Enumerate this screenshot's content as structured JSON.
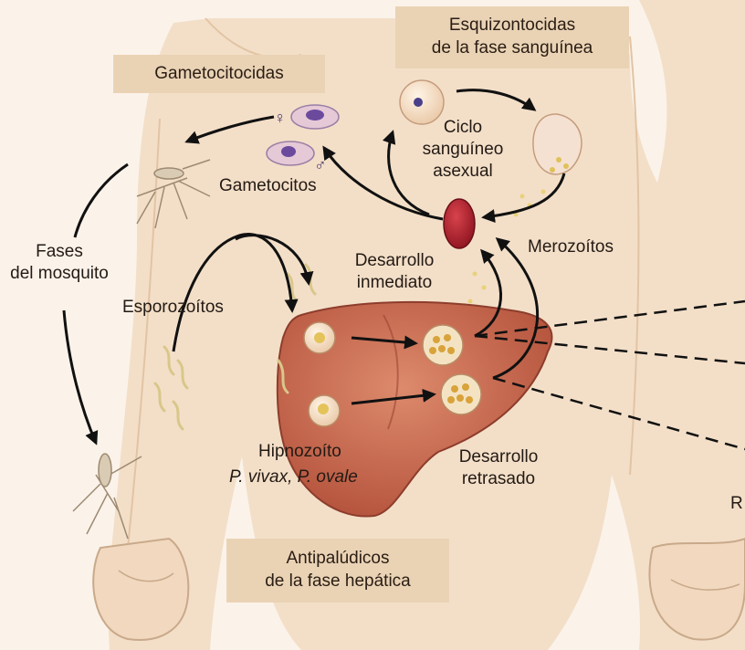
{
  "boxes": {
    "blood_stage": [
      "Esquizontocidas",
      "de la fase sanguínea"
    ],
    "gametocytocides": "Gametocitocidas",
    "liver_stage": [
      "Antipalúdicos",
      "de la fase hepática"
    ]
  },
  "labels": {
    "blood_cycle": [
      "Ciclo",
      "sanguíneo",
      "asexual"
    ],
    "gametocytes": "Gametocitos",
    "merozoites": "Merozoítos",
    "mosquito_stages": [
      "Fases",
      "del mosquito"
    ],
    "sporozoites": "Esporozoítos",
    "immediate_development": [
      "Desarrollo",
      "inmediato"
    ],
    "hypnozoite": "Hipnozoíto",
    "species": "P. vivax, P. ovale",
    "delayed_development": [
      "Desarrollo",
      "retrasado"
    ],
    "cut_off_letter": "R"
  },
  "symbols": {
    "female": "♀",
    "male": "♂"
  },
  "colors": {
    "background": "#fbf3ea",
    "skin": "#f3dfc8",
    "label_box": "#ead3b5",
    "liver": "#c9664c",
    "red_cell": "#b51f2a",
    "arrows": "#111111"
  }
}
